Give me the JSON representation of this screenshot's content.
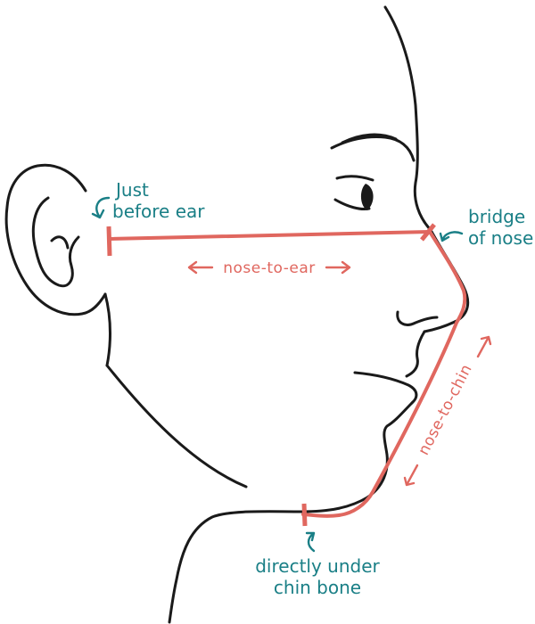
{
  "colors": {
    "line": "#1a1a1a",
    "measure": "#e0675f",
    "annotation": "#1a7f86"
  },
  "annotations": {
    "ear": [
      "Just",
      "before ear"
    ],
    "nose": [
      "bridge",
      "of nose"
    ],
    "chin": [
      "directly under",
      "chin bone"
    ]
  },
  "measurements": {
    "nose_to_ear": "nose-to-ear",
    "nose_to_chin": "nose-to-chin"
  },
  "icons": {
    "pointer": "curved-arrow-icon"
  }
}
